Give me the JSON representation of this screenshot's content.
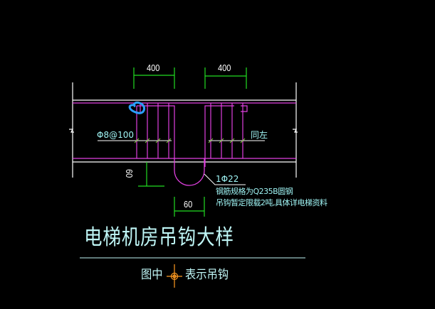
{
  "drawing": {
    "title": "电梯机房吊钩大样",
    "colors": {
      "background": "#000000",
      "beam_outline": "#ffffff",
      "rebar": "#e040e0",
      "dimension": "#22dd22",
      "text": "#9ff4f4",
      "hook_symbol": "#ff9a20",
      "markup_circle": "#2a9fff"
    },
    "dimensions": {
      "left_stirrup_zone": "400",
      "right_stirrup_zone": "400",
      "hook_depth": "60",
      "hook_width": "60"
    },
    "labels": {
      "stirrup_spec": "Φ8@100",
      "stirrup_spec_right": "同左",
      "hook_bar": "1Φ22",
      "note_line1": "钢筋规格为Q235B圆钢",
      "note_line2": "吊钩暂定限载2吨,具体详电梯资料"
    },
    "legend": {
      "prefix": "图中",
      "symbol": "hook-symbol",
      "suffix": "表示吊钩"
    }
  }
}
